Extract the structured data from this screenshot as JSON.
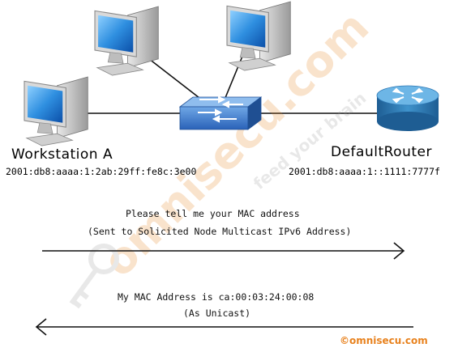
{
  "nodes": {
    "workstation_a": {
      "label": "Workstation A",
      "address": "2001:db8:aaaa:1:2ab:29ff:fe8c:3e00"
    },
    "default_router": {
      "label": "DefaultRouter",
      "address": "2001:db8:aaaa:1::1111:7777f"
    }
  },
  "messages": {
    "request": {
      "line1": "Please tell me your MAC address",
      "line2": "(Sent to Solicited Node Multicast IPv6 Address)"
    },
    "reply": {
      "line1": "My MAC Address is ca:00:03:24:00:08",
      "line2": "(As Unicast)"
    }
  },
  "watermark": {
    "brand": "omnisecu.com",
    "tagline": "feed your brain"
  },
  "copyright": "©omnisecu.com",
  "colors": {
    "monitor_blue": "#1f7fd6",
    "switch_blue": "#2f6fbf",
    "router_blue": "#3a8fc9",
    "copyright_orange": "#e8821e",
    "link_black": "#111111"
  }
}
